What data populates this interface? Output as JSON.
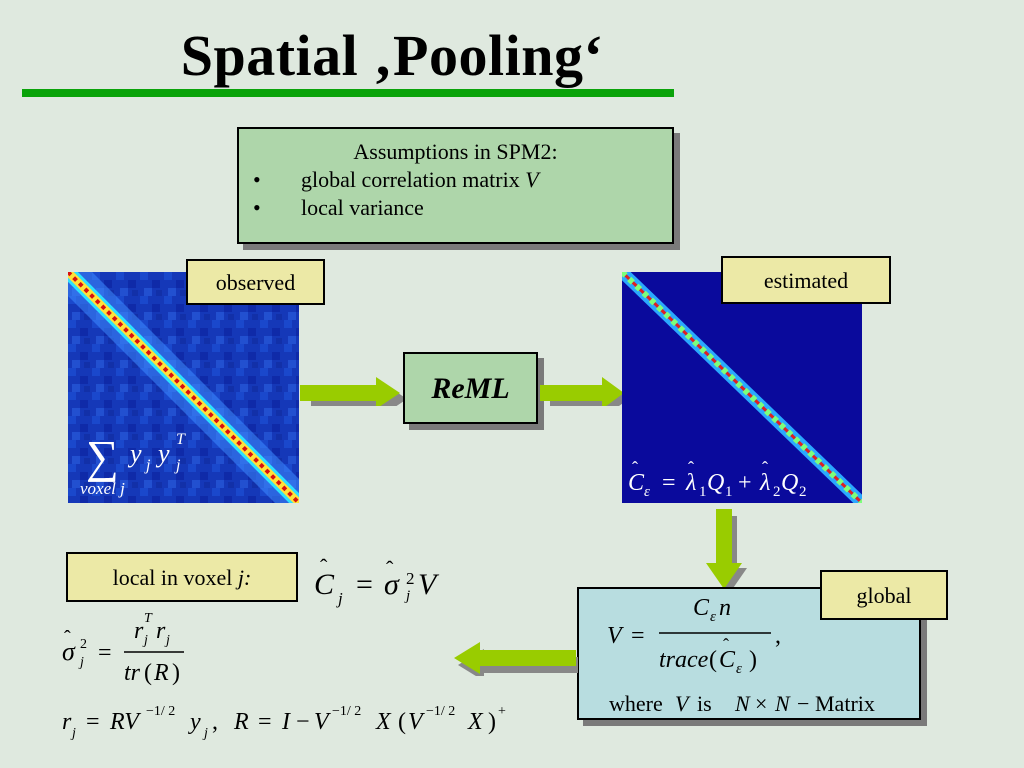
{
  "slide": {
    "title": "Spatial ‚Pooling‘"
  },
  "assumptions": {
    "heading": "Assumptions in SPM2:",
    "items": [
      {
        "bullet": "•",
        "text": "global correlation matrix ",
        "var": "V"
      },
      {
        "bullet": "•",
        "text": "local variance",
        "var": ""
      }
    ]
  },
  "labels": {
    "observed": "observed",
    "estimated": "estimated",
    "reml": "ReML",
    "local": "local in voxel ",
    "local_var": "j:",
    "global": "global"
  },
  "formulas": {
    "observed_sum_sub": "voxel j",
    "global_where": "where",
    "global_V": "V",
    "global_is": "is",
    "global_matrix": "Matrix"
  },
  "colors": {
    "title_rule": "#0aa30a",
    "green_box": "#aed6aa",
    "yellow_label": "#ece9a6",
    "blue_box": "#b8dde0",
    "arrow": "#99cc00",
    "matrix_bg": "#1010a8",
    "estimated_bg": "#0a0a9c"
  }
}
